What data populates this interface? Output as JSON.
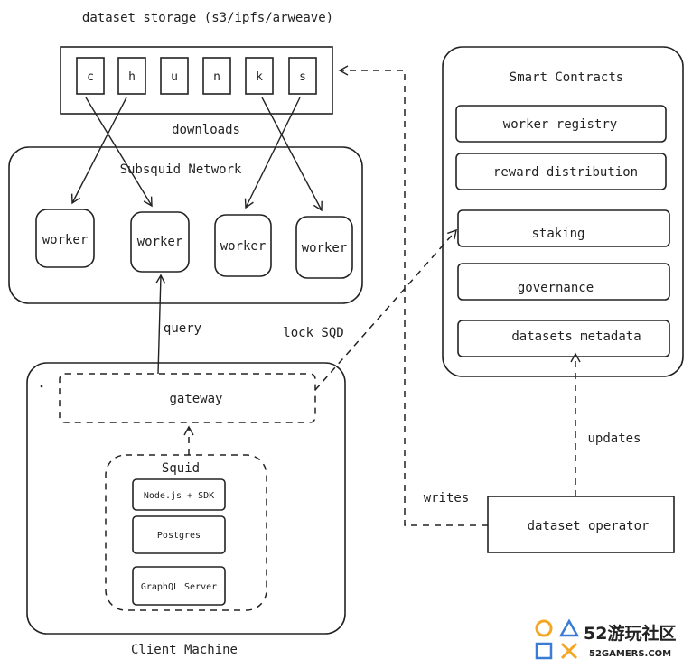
{
  "storage": {
    "title": "dataset storage (s3/ipfs/arweave)",
    "chunks": [
      "c",
      "h",
      "u",
      "n",
      "k",
      "s"
    ],
    "downloads_label": "downloads"
  },
  "network": {
    "title": "Subsquid Network",
    "workers": [
      "worker",
      "worker",
      "worker",
      "worker"
    ]
  },
  "contracts": {
    "title": "Smart Contracts",
    "items": [
      "worker registry",
      "reward distribution",
      "staking",
      "governance",
      "datasets metadata"
    ]
  },
  "edges": {
    "query": "query",
    "lock": "lock SQD",
    "updates": "updates",
    "writes": "writes"
  },
  "client": {
    "title": "Client Machine",
    "gateway": "gateway",
    "squid": {
      "title": "Squid",
      "items": [
        "Node.js + SDK",
        "Postgres",
        "GraphQL Server"
      ]
    }
  },
  "operator": {
    "label": "dataset operator"
  },
  "watermark": {
    "brand": "52游玩社区",
    "site": "52GAMERS.COM"
  }
}
